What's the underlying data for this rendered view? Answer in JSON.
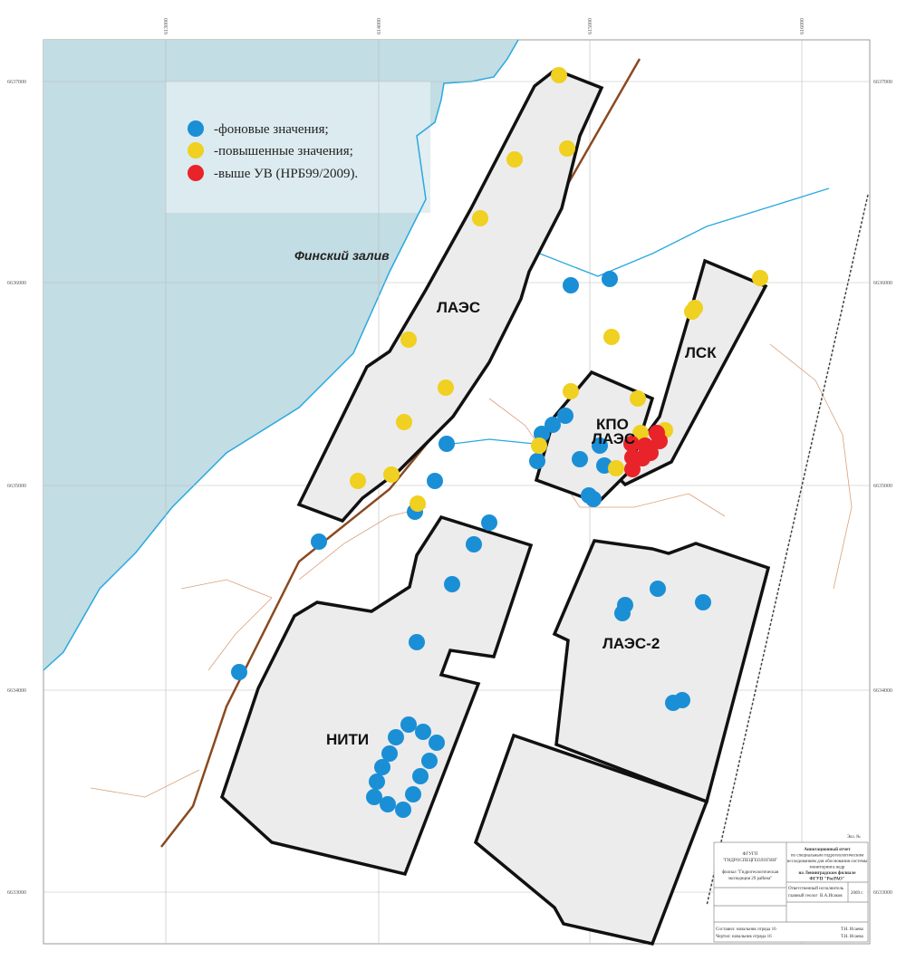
{
  "map": {
    "sea_label": "Финский залив",
    "zones": {
      "laes": "ЛАЭС",
      "lsk": "ЛСК",
      "kpo_line1": "КПО",
      "kpo_line2": "ЛАЭС",
      "laes2": "ЛАЭС-2",
      "niti": "НИТИ"
    },
    "x_ticks": [
      "613000",
      "614000",
      "615000",
      "616000"
    ],
    "y_ticks": [
      "6637000",
      "6636000",
      "6635000",
      "6634000",
      "6633000"
    ],
    "colors": {
      "background": "#1a8fd6",
      "elevated": "#f0d020",
      "above": "#e8232a",
      "water": "#c2dde3"
    }
  },
  "legend": {
    "items": [
      {
        "label": "-фоновые значения;",
        "color": "#1a8fd6"
      },
      {
        "label": "-повышенные значения;",
        "color": "#f0d020"
      },
      {
        "label": "-выше УВ (НРБ99/2009).",
        "color": "#e8232a"
      }
    ]
  },
  "title_block": {
    "doc_no": "Экз. №",
    "org1": "ФГУГП",
    "org2": "\"ГИДРОСПЕЦГЕОЛОГИЯ\"",
    "branch1": "филиал \"Гидрогеологическая",
    "branch2": "экспедиция 29 района\"",
    "report": [
      "Аннотационный отчет",
      "по специальным гидрогеологическим",
      "исследованиям для обоснования системы",
      "мониторинга недр",
      "на Ленинградском филиале",
      "ФГУП \"РосРАО\""
    ],
    "responsible": "Ответственный исполнитель",
    "chief": "главный геолог",
    "chief_name": "В.А.Исаков",
    "year": "2009 г.",
    "compiled": "Составил: начальник отряда 16",
    "compiled_name": "Т.Н. Исаева",
    "drawn": "Чертил: начальник отряда 16",
    "drawn_name": "Т.Н. Исаева"
  }
}
